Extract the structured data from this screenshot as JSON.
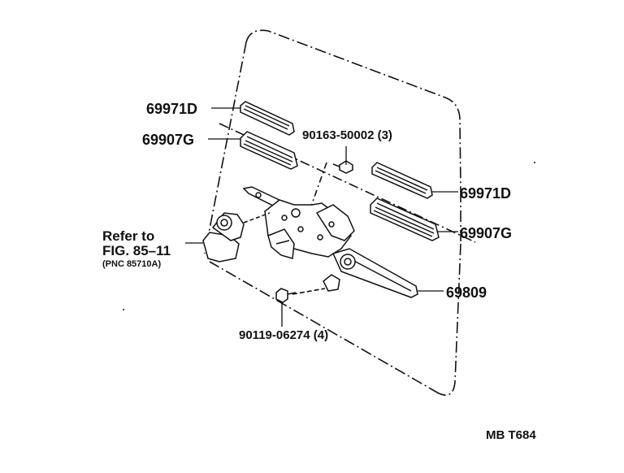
{
  "callouts": {
    "part_69971D_upper": "69971D",
    "part_69907G_upper": "69907G",
    "bolt_90163": "90163-50002 (3)",
    "part_69971D_right": "69971D",
    "part_69907G_right": "69907G",
    "regulator_69809": "69809",
    "bolt_90119": "90119-06274 (4)"
  },
  "reference": {
    "line1": "Refer to",
    "line2": "FIG. 85–11",
    "line3": "(PNC 85710A)"
  },
  "figure_code": "MB T684",
  "colors": {
    "ink": "#111111",
    "paper": "#ffffff"
  }
}
